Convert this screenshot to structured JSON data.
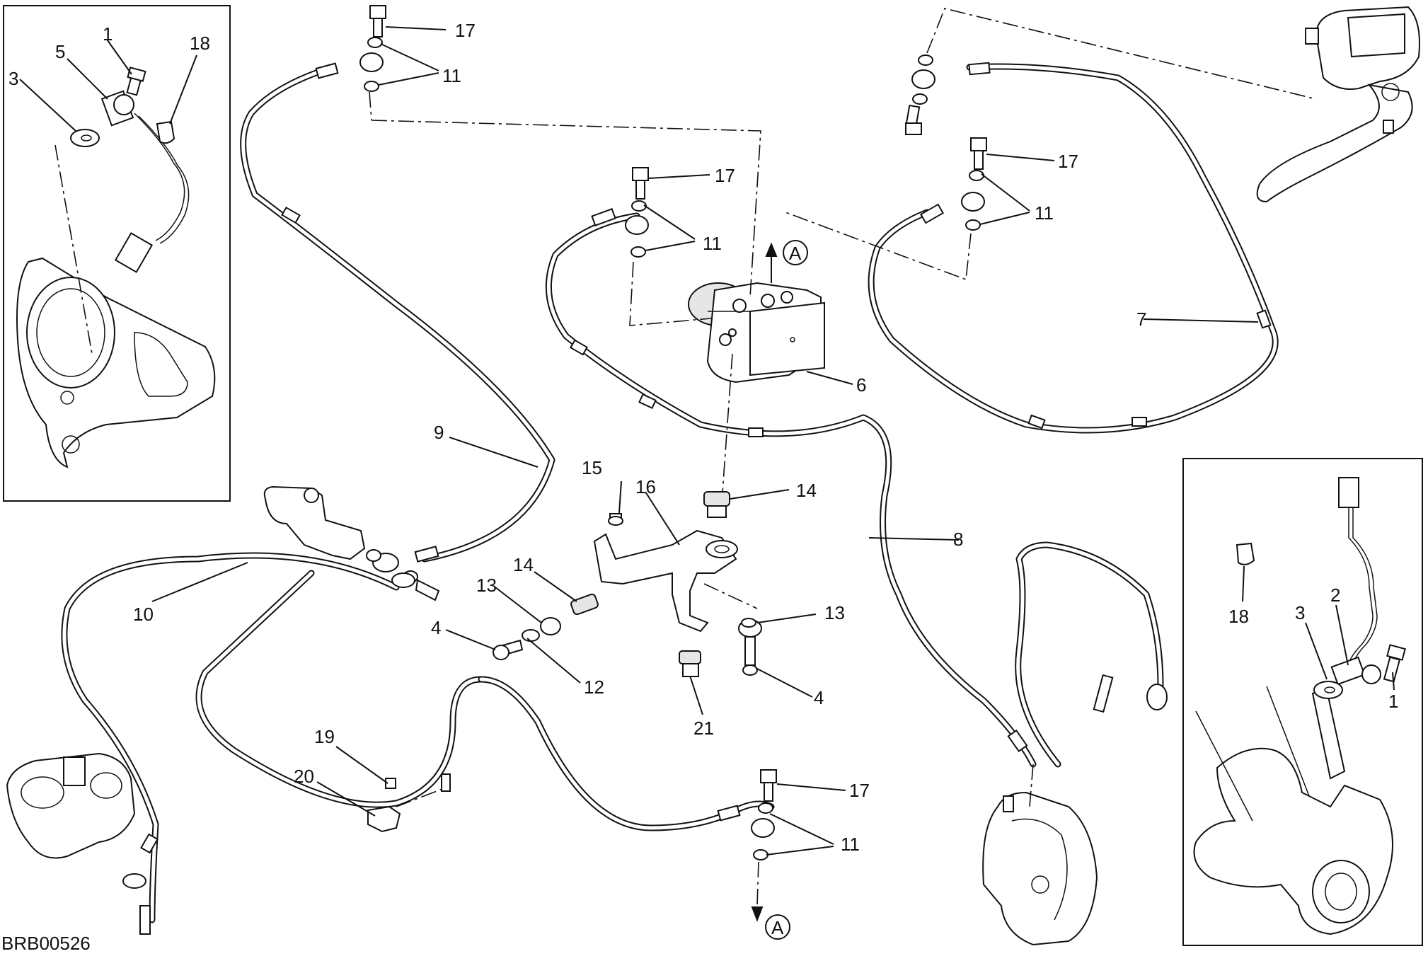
{
  "drawing_code": "BRB00526",
  "ref_marker": "A",
  "callouts": {
    "c1_inset_left": "1",
    "c5": "5",
    "c3_inset_left": "3",
    "c18_inset_left": "18",
    "c17_top": "17",
    "c11_top": "11",
    "c17_abs": "17",
    "c11_abs": "11",
    "c17_right": "17",
    "c11_right": "11",
    "c7": "7",
    "c6": "6",
    "c9": "9",
    "c8": "8",
    "c15": "15",
    "c16": "16",
    "c14_a": "14",
    "c14_b": "14",
    "c13_a": "13",
    "c13_b": "13",
    "c4_a": "4",
    "c4_b": "4",
    "c12": "12",
    "c21": "21",
    "c10": "10",
    "c19": "19",
    "c20": "20",
    "c17_bottom": "17",
    "c11_bottom": "11",
    "c18_inset_right": "18",
    "c3_inset_right": "3",
    "c2": "2",
    "c1_inset_right": "1"
  },
  "icons": [
    "hex-bolt-icon",
    "washer-icon",
    "abs-module-icon",
    "caliper-icon",
    "master-cylinder-icon",
    "bracket-icon",
    "speed-sensor-icon",
    "clip-icon"
  ]
}
